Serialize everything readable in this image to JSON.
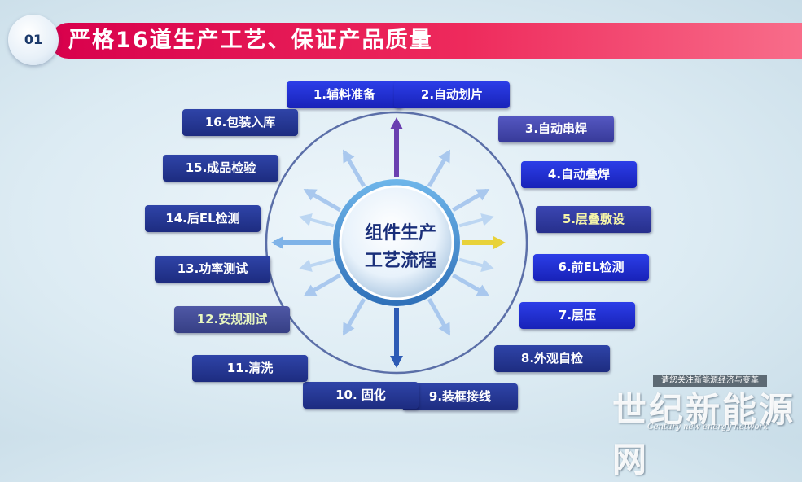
{
  "header": {
    "badge": "01",
    "title": "严格16道生产工艺、保证产品质量"
  },
  "center": {
    "line1": "组件生产",
    "line2": "工艺流程"
  },
  "steps": [
    "1.辅料准备",
    "2.自动划片",
    "3.自动串焊",
    "4.自动叠焊",
    "5.层叠敷设",
    "6.前EL检测",
    "7.层压",
    "8.外观自检",
    "9.装框接线",
    "10. 固化",
    "11.清洗",
    "12.安规测试",
    "13.功率测试",
    "14.后EL检测",
    "15.成品检验",
    "16.包装入库"
  ],
  "watermark": {
    "notice": "请您关注新能源经济与变革",
    "brand": "世纪新能源网",
    "brand_en": "Century new energy network"
  },
  "colors": {
    "header": "#e8104f",
    "step": "#2230c8",
    "center_text": "#1a2f7a"
  }
}
